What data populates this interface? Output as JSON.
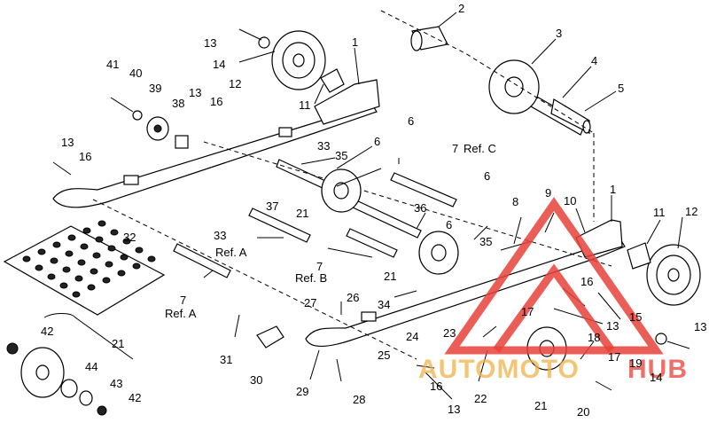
{
  "diagram": {
    "callouts": {
      "c1a": "1",
      "c1b": "1",
      "c2": "2",
      "c3": "3",
      "c4": "4",
      "c5": "5",
      "c6a": "6",
      "c6b": "6",
      "c6c": "6",
      "c6d": "6",
      "c8": "8",
      "c9": "9",
      "c10": "10",
      "c11a": "11",
      "c11b": "11",
      "c12a": "12",
      "c12b": "12",
      "c13a": "13",
      "c13b": "13",
      "c13c": "13",
      "c13d": "13",
      "c13e": "13",
      "c13f": "13",
      "c14a": "14",
      "c14b": "14",
      "c15": "15",
      "c16a": "16",
      "c16b": "16",
      "c16c": "16",
      "c16d": "16",
      "c17a": "17",
      "c17b": "17",
      "c18": "18",
      "c19": "19",
      "c20": "20",
      "c21a": "21",
      "c21b": "21",
      "c21c": "21",
      "c21d": "21",
      "c22": "22",
      "c23": "23",
      "c24": "24",
      "c25": "25",
      "c26": "26",
      "c27": "27",
      "c28": "28",
      "c29": "29",
      "c30": "30",
      "c31": "31",
      "c32": "32",
      "c33a": "33",
      "c33b": "33",
      "c34": "34",
      "c35a": "35",
      "c35b": "35",
      "c36": "36",
      "c37": "37",
      "c38": "38",
      "c39": "39",
      "c40": "40",
      "c41": "41",
      "c42a": "42",
      "c42b": "42",
      "c43": "43",
      "c44": "44",
      "c7a": "7",
      "c7b": "7",
      "c7c": "7"
    },
    "refs": {
      "refC": "Ref. C",
      "refA1": "Ref. A",
      "refB": "Ref. B",
      "refA2": "Ref. A"
    }
  },
  "watermark": {
    "brand_left": "AUTOMOTO",
    "brand_right": "HUB",
    "color": "#e8413a",
    "accent": "#f0b44a"
  }
}
